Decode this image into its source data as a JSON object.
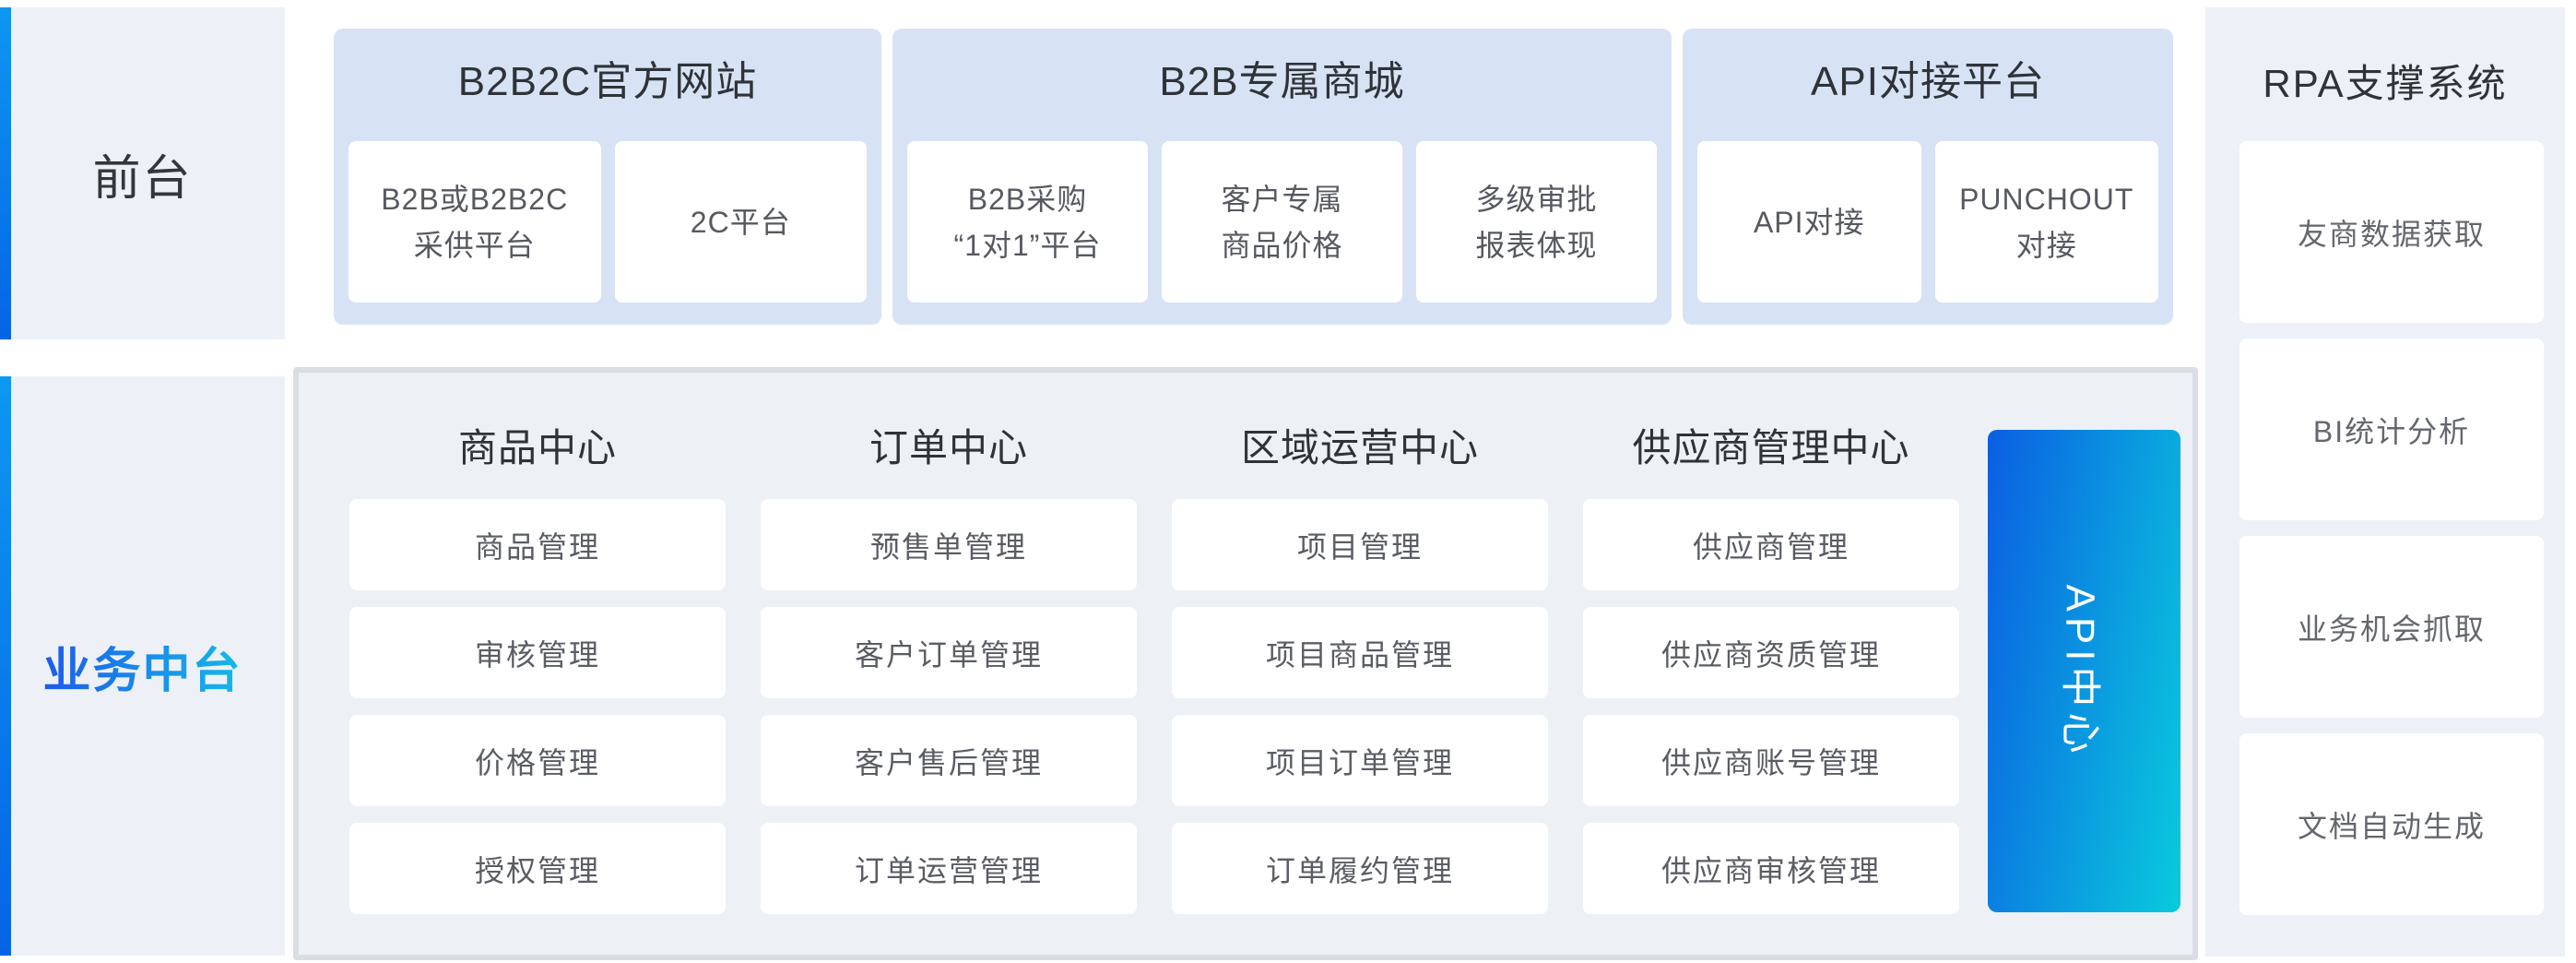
{
  "rails": {
    "front_label": "前台",
    "middle_label": "业务中台"
  },
  "front_sections": [
    {
      "title": "B2B2C官方网站",
      "cards": [
        "B2B或B2B2C\n采供平台",
        "2C平台"
      ]
    },
    {
      "title": "B2B专属商城",
      "cards": [
        "B2B采购\n“1对1”平台",
        "客户专属\n商品价格",
        "多级审批\n报表体现"
      ]
    },
    {
      "title": "API对接平台",
      "cards": [
        "API对接",
        "PUNCHOUT\n对接"
      ]
    }
  ],
  "middle_platform": {
    "columns": [
      {
        "title": "商品中心",
        "cards": [
          "商品管理",
          "审核管理",
          "价格管理",
          "授权管理"
        ]
      },
      {
        "title": "订单中心",
        "cards": [
          "预售单管理",
          "客户订单管理",
          "客户售后管理",
          "订单运营管理"
        ]
      },
      {
        "title": "区域运营中心",
        "cards": [
          "项目管理",
          "项目商品管理",
          "项目订单管理",
          "订单履约管理"
        ]
      },
      {
        "title": "供应商管理中心",
        "cards": [
          "供应商管理",
          "供应商资质管理",
          "供应商账号管理",
          "供应商审核管理"
        ]
      }
    ],
    "api_bar_label": "API中心"
  },
  "rpa": {
    "title": "RPA支撑系统",
    "cards": [
      "友商数据获取",
      "BI统计分析",
      "业务机会抓取",
      "文档自动生成"
    ]
  },
  "colors": {
    "accent_bar_top": "#0d97f2",
    "accent_bar_bottom": "#0564e6",
    "middle_label_gradient_start": "#1e5bea",
    "middle_label_gradient_end": "#14b9e9",
    "api_bar_gradient_start": "#0b5ee2",
    "api_bar_gradient_end": "#09cbdd",
    "section_header_bg": "#d7e3f5",
    "panel_bg": "#edf0f5",
    "panel_border": "#dadee3",
    "rail_bg": "#edf1f7",
    "card_bg": "#ffffff",
    "title_text": "#2f3237",
    "card_text": "#5a5d63"
  }
}
